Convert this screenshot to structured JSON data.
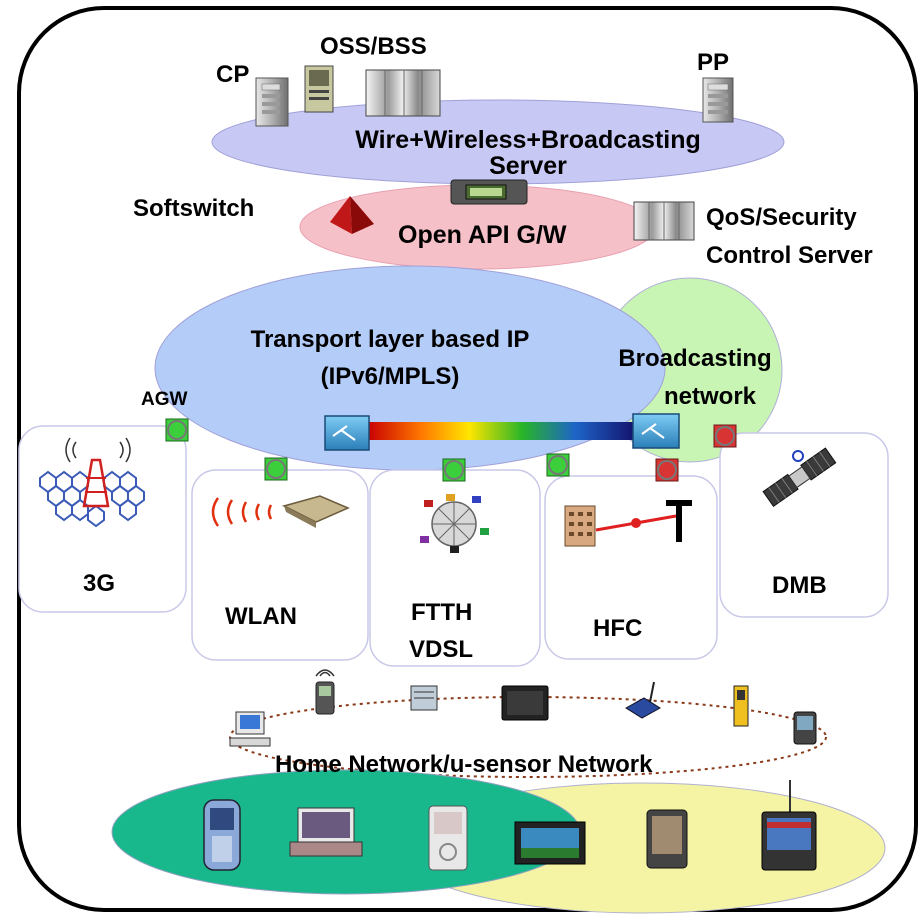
{
  "servers": {
    "cp": "CP",
    "oss_bss": "OSS/BSS",
    "pp": "PP",
    "server_layer_line1": "Wire+Wireless+Broadcasting",
    "server_layer_line2": "Server"
  },
  "control": {
    "softswitch": "Softswitch",
    "open_api": "Open API G/W",
    "qos_line1": "QoS/Security",
    "qos_line2": "Control Server"
  },
  "transport": {
    "line1": "Transport layer based IP",
    "line2": "(IPv6/MPLS)",
    "agw": "AGW"
  },
  "broadcast": {
    "line1": "Broadcasting",
    "line2": "network"
  },
  "access": {
    "g3": "3G",
    "wlan": "WLAN",
    "ftth": "FTTH",
    "vdsl": "VDSL",
    "hfc": "HFC",
    "dmb": "DMB"
  },
  "home": {
    "label": "Home Network/u-sensor Network"
  },
  "colors": {
    "server_ellipse": "#c8c8f4",
    "control_ellipse": "#f6c0c8",
    "transport_ellipse": "#b4ccf8",
    "broadcast_circle": "#c8f4b4",
    "green_node": "#3ccf3c",
    "red_node": "#d83434",
    "bottom_green": "#18b88c",
    "bottom_yellow": "#f4f4a4"
  },
  "icons": [
    "server-rack-icon",
    "router-icon",
    "pyramid-icon",
    "satellite-icon",
    "antenna-tower-icon",
    "access-point-icon",
    "building-icon",
    "phone-icon",
    "laptop-icon",
    "pda-icon",
    "tv-icon",
    "pc-icon"
  ]
}
